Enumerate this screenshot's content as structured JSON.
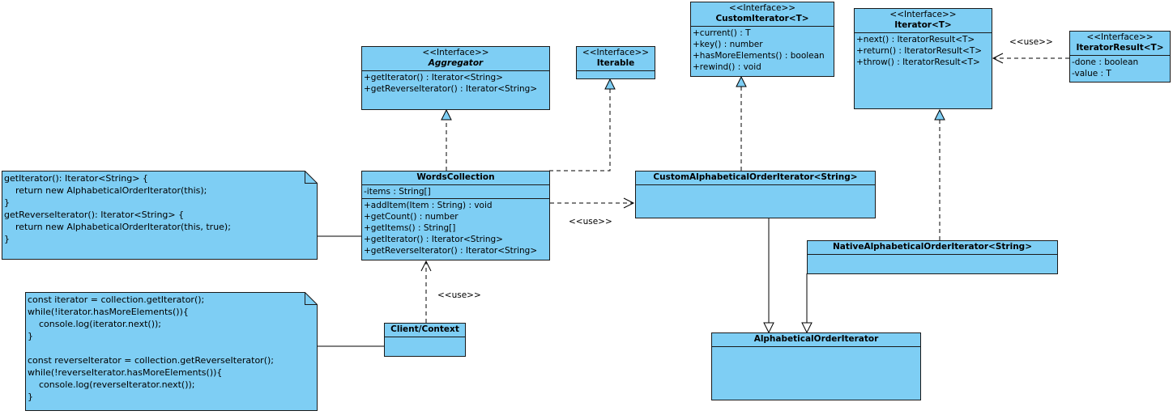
{
  "classes": {
    "aggregator": {
      "stereotype": "<<Interface>>",
      "name": "Aggregator",
      "methods": [
        "+getIterator() : Iterator<String>",
        "+getReverseIterator() : Iterator<String>"
      ]
    },
    "iterable": {
      "stereotype": "<<Interface>>",
      "name": "Iterable"
    },
    "custom_iterator": {
      "stereotype": "<<Interface>>",
      "name": "CustomIterator<T>",
      "methods": [
        "+current() : T",
        "+key() : number",
        "+hasMoreElements() : boolean",
        "+rewind() : void"
      ]
    },
    "iterator": {
      "stereotype": "<<Interface>>",
      "name": "Iterator<T>",
      "methods": [
        "+next() : IteratorResult<T>",
        "+return() : IteratorResult<T>",
        "+throw() : IteratorResult<T>"
      ]
    },
    "iterator_result": {
      "stereotype": "<<Interface>>",
      "name": "IteratorResult<T>",
      "attributes": [
        "-done : boolean",
        "-value : T"
      ]
    },
    "words_collection": {
      "name": "WordsCollection",
      "attributes": [
        "-items : String[]"
      ],
      "methods": [
        "+addItem(Item : String) : void",
        "+getCount() : number",
        "+getItems() : String[]",
        "+getIterator() : Iterator<String>",
        "+getReverseIterator() : Iterator<String>"
      ]
    },
    "custom_alpha": {
      "name": "CustomAlphabeticalOrderIterator<String>"
    },
    "native_alpha": {
      "name": "NativeAlphabeticalOrderIterator<String>"
    },
    "client": {
      "name": "Client/Context"
    },
    "alpha_iterator": {
      "name": "AlphabeticalOrderIterator"
    }
  },
  "notes": {
    "note_iterators": "getIterator(): Iterator<String> {\n    return new AlphabeticalOrderIterator(this);\n}\ngetReverseIterator(): Iterator<String> {\n    return new AlphabeticalOrderIterator(this, true);\n}",
    "note_client": "const iterator = collection.getIterator();\nwhile(!iterator.hasMoreElements()){\n    console.log(iterator.next());\n}\n\nconst reverseIterator = collection.getReverseIterator();\nwhile(!reverseIterator.hasMoreElements()){\n    console.log(reverseIterator.next());\n}"
  },
  "labels": {
    "use_iterator_result": "<<use>>",
    "use_custom_alpha": "<<use>>",
    "use_client": "<<use>>"
  },
  "colors": {
    "box_fill": "#7ecef4",
    "border": "#1a1a1a"
  }
}
